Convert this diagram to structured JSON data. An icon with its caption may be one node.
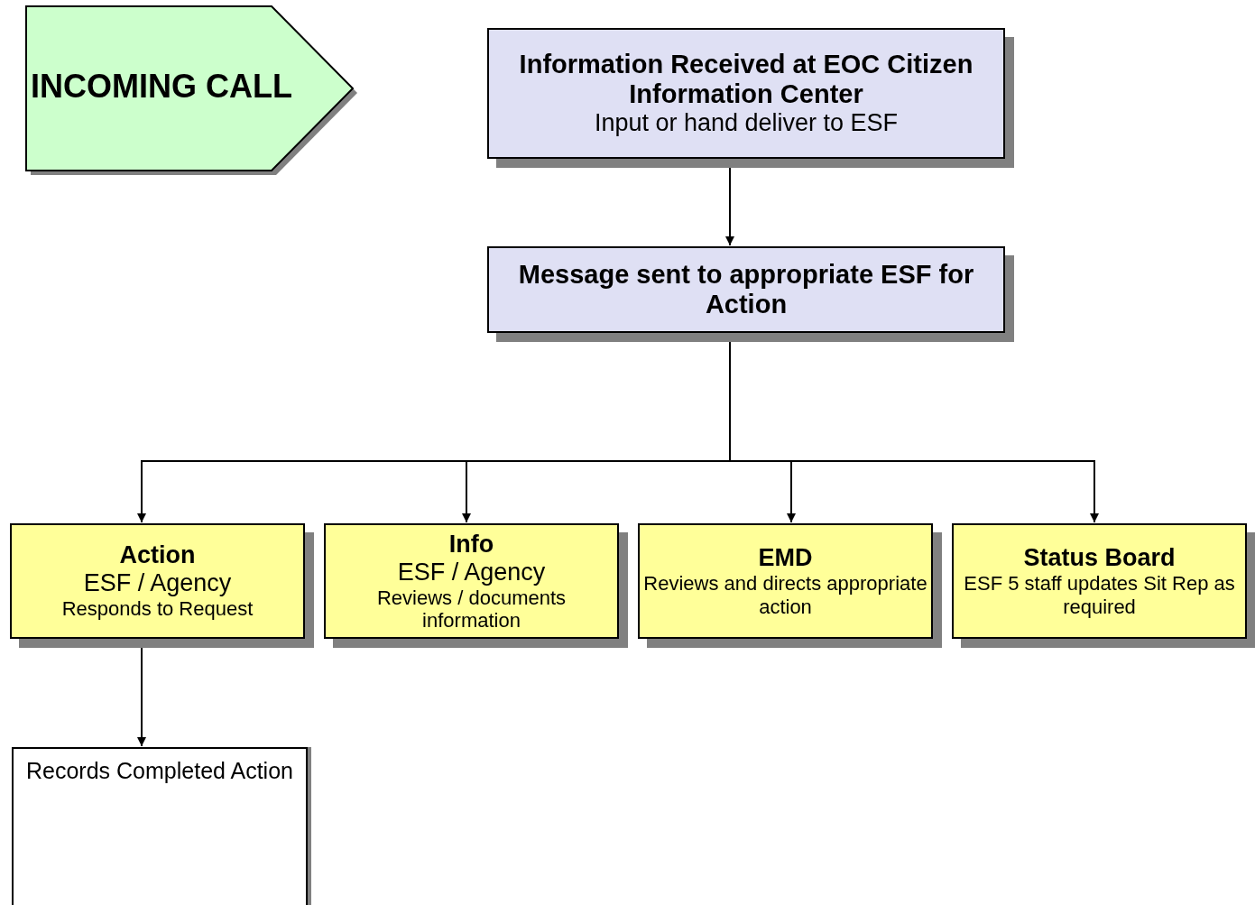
{
  "diagram": {
    "nodes": [
      {
        "text": [
          "INCOMING CALL"
        ]
      },
      {
        "text": [
          "Information Received at EOC Citizen Information Center",
          "Input or hand deliver to ESF"
        ]
      },
      {
        "text": [
          "Message sent to appropriate ESF for Action"
        ]
      },
      {
        "text": [
          "Action",
          "ESF / Agency",
          "Responds to Request"
        ]
      },
      {
        "text": [
          "Info",
          "ESF / Agency",
          "Reviews / documents information"
        ]
      },
      {
        "text": [
          "EMD",
          "Reviews and directs appropriate action"
        ]
      },
      {
        "text": [
          "Status Board",
          "ESF 5 staff updates Sit Rep as required"
        ]
      },
      {
        "text": [
          "Records Completed Action"
        ]
      }
    ],
    "edges": [
      {
        "from": 1,
        "to": 2,
        "arrow": "to"
      },
      {
        "from": 2,
        "to": 3,
        "arrow": "to"
      },
      {
        "from": 2,
        "to": 4,
        "arrow": "to"
      },
      {
        "from": 2,
        "to": 5,
        "arrow": "to"
      },
      {
        "from": 2,
        "to": 6,
        "arrow": "to"
      },
      {
        "from": 3,
        "to": 7,
        "arrow": "to"
      }
    ]
  }
}
